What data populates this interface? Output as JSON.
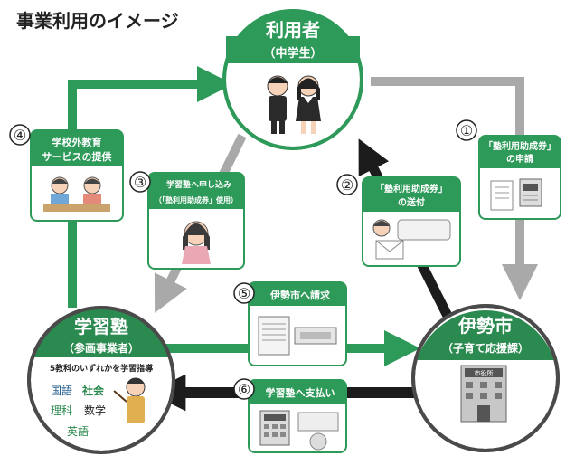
{
  "page_title": "事業利用のイメージ",
  "colors": {
    "green": "#2e9a59",
    "dark_green": "#2b8a4f",
    "gray": "#a9a9a9",
    "black": "#1c1c1c",
    "dark_gray": "#4a4a4a"
  },
  "nodes": {
    "user": {
      "title": "利用者",
      "subtitle": "（中学生）"
    },
    "juku": {
      "title": "学習塾",
      "subtitle": "（参画事業者）",
      "note": "5教科のいずれかを学習指導",
      "subjects": [
        "国語",
        "社会",
        "理科",
        "数学",
        "英語"
      ]
    },
    "city": {
      "title": "伊勢市",
      "subtitle": "（子育て応援課）",
      "building_sign": "市役所"
    }
  },
  "steps": [
    {
      "num": "①",
      "lines": [
        "「塾利用助成券」",
        "の申請"
      ]
    },
    {
      "num": "②",
      "lines": [
        "「塾利用助成券」",
        "の送付"
      ]
    },
    {
      "num": "③",
      "lines": [
        "学習塾へ申し込み",
        "（「塾利用助成券」使用）"
      ]
    },
    {
      "num": "④",
      "lines": [
        "学校外教育",
        "サービスの提供"
      ]
    },
    {
      "num": "⑤",
      "lines": [
        "伊勢市へ請求"
      ]
    },
    {
      "num": "⑥",
      "lines": [
        "学習塾へ支払い"
      ]
    }
  ],
  "icons": [
    "students-icon",
    "application-form-icon",
    "letter-icon",
    "girl-icon",
    "study-icon",
    "invoice-icon",
    "payment-icon",
    "teacher-icon",
    "city-hall-icon"
  ]
}
